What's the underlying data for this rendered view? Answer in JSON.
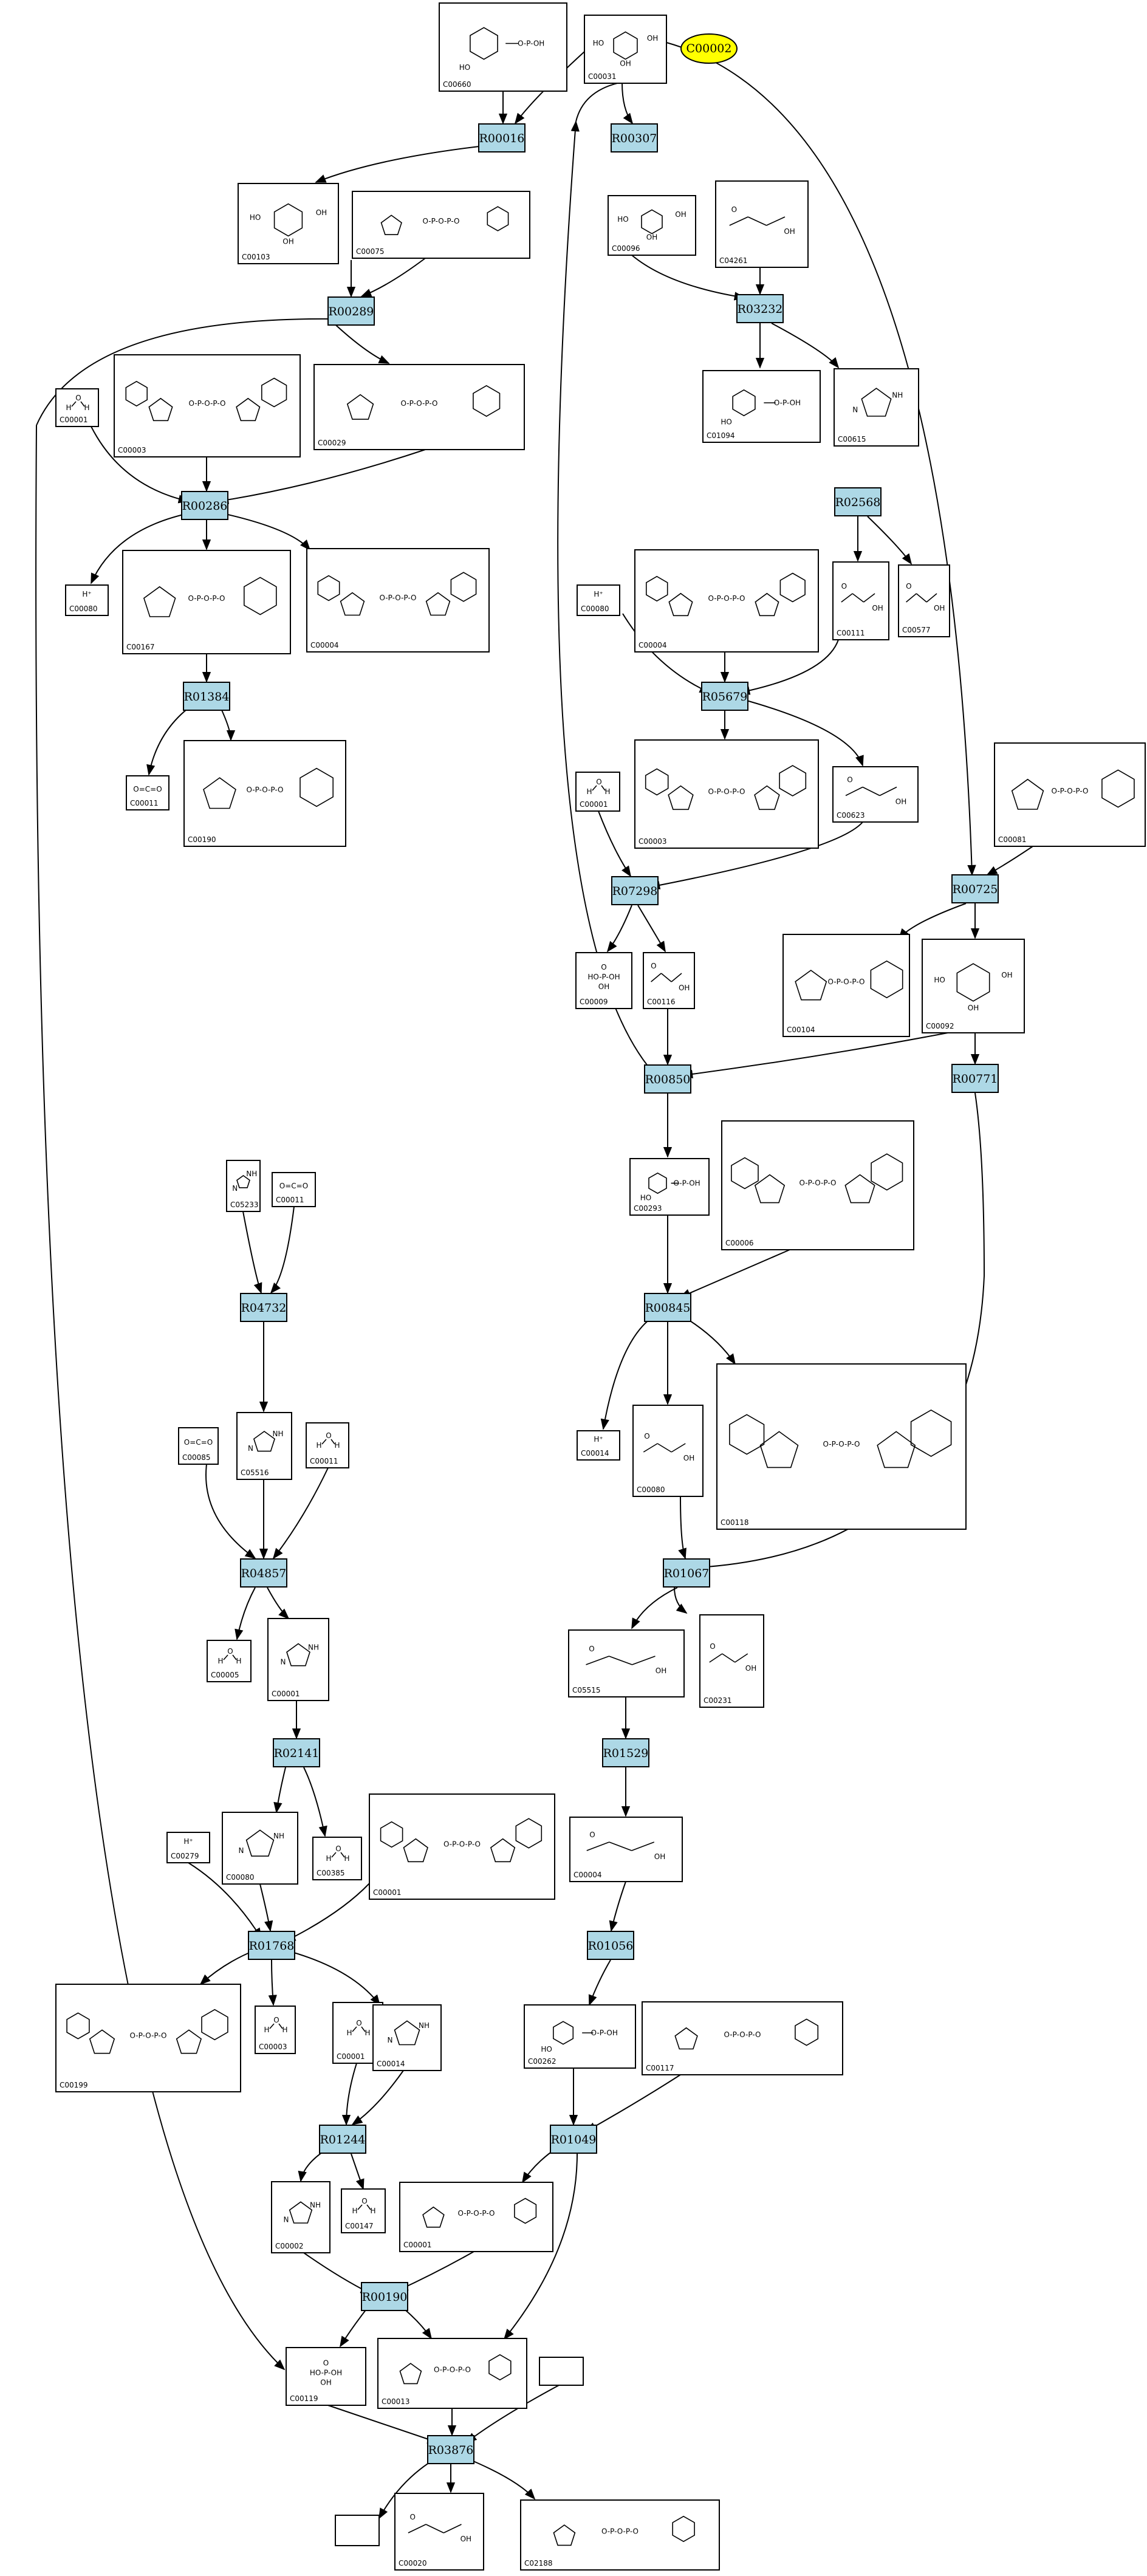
{
  "highlight": {
    "label": "C00002"
  },
  "reactions": [
    {
      "id": "R00016"
    },
    {
      "id": "R00307"
    },
    {
      "id": "R00289"
    },
    {
      "id": "R03232"
    },
    {
      "id": "R00286"
    },
    {
      "id": "R02568"
    },
    {
      "id": "R01384"
    },
    {
      "id": "R05679"
    },
    {
      "id": "R07298"
    },
    {
      "id": "R00725"
    },
    {
      "id": "R00850"
    },
    {
      "id": "R00771"
    },
    {
      "id": "R04732"
    },
    {
      "id": "R00845"
    },
    {
      "id": "R04857"
    },
    {
      "id": "R01067"
    },
    {
      "id": "R02141"
    },
    {
      "id": "R01529"
    },
    {
      "id": "R01768"
    },
    {
      "id": "R01056"
    },
    {
      "id": "R01244"
    },
    {
      "id": "R01049"
    },
    {
      "id": "R00190"
    },
    {
      "id": "R03876"
    }
  ],
  "compounds": [
    {
      "id": "C00660"
    },
    {
      "id": "C00031"
    },
    {
      "id": "C00103"
    },
    {
      "id": "C00075"
    },
    {
      "id": "C00096"
    },
    {
      "id": "C04261"
    },
    {
      "id": "C00001"
    },
    {
      "id": "C00003"
    },
    {
      "id": "C00029"
    },
    {
      "id": "C01094"
    },
    {
      "id": "C00615"
    },
    {
      "id": "C00080"
    },
    {
      "id": "C00167"
    },
    {
      "id": "C00004"
    },
    {
      "id": "C00111"
    },
    {
      "id": "C00577"
    },
    {
      "id": "C00080"
    },
    {
      "id": "C00004"
    },
    {
      "id": "C00011"
    },
    {
      "id": "C00190"
    },
    {
      "id": "C00003"
    },
    {
      "id": "C00623"
    },
    {
      "id": "C00001"
    },
    {
      "id": "C00081"
    },
    {
      "id": "C00009"
    },
    {
      "id": "C00116"
    },
    {
      "id": "C00104"
    },
    {
      "id": "C00092"
    },
    {
      "id": "C00293"
    },
    {
      "id": "C00006"
    },
    {
      "id": "C05233"
    },
    {
      "id": "C00011"
    },
    {
      "id": "C00085"
    },
    {
      "id": "C05516"
    },
    {
      "id": "C00011"
    },
    {
      "id": "C00014"
    },
    {
      "id": "C00080"
    },
    {
      "id": "C00118"
    },
    {
      "id": "C00005"
    },
    {
      "id": "C00001"
    },
    {
      "id": "C05515"
    },
    {
      "id": "C00231"
    },
    {
      "id": "C00279"
    },
    {
      "id": "C00080"
    },
    {
      "id": "C00385"
    },
    {
      "id": "C00001"
    },
    {
      "id": "C00004"
    },
    {
      "id": "C00199"
    },
    {
      "id": "C00003"
    },
    {
      "id": "C00001"
    },
    {
      "id": "C00014"
    },
    {
      "id": "C00262"
    },
    {
      "id": "C00117"
    },
    {
      "id": "C00002"
    },
    {
      "id": "C00147"
    },
    {
      "id": "C00001"
    },
    {
      "id": "C00119"
    },
    {
      "id": "C00013"
    },
    {
      "id": "C00020"
    },
    {
      "id": "C02188"
    },
    {
      "id": "C00002"
    }
  ]
}
